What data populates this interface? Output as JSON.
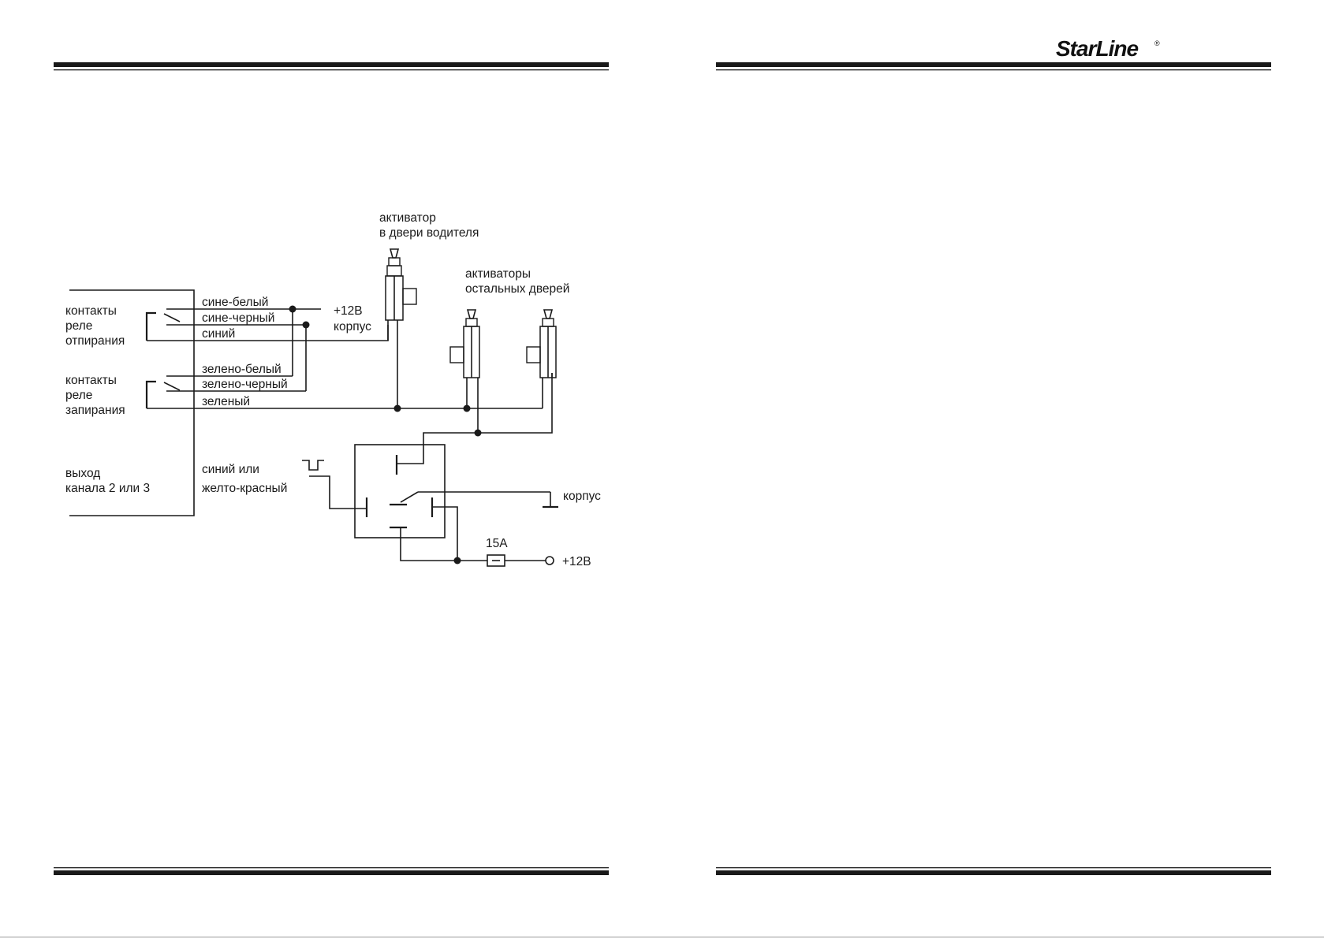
{
  "brand": {
    "logo": "StarLine",
    "registered_mark": "®"
  },
  "relay_groups": [
    {
      "label_lines": [
        "контакты",
        "реле",
        "отпирания"
      ],
      "wires": [
        "сине-белый",
        "сине-черный",
        "синий"
      ]
    },
    {
      "label_lines": [
        "контакты",
        "реле",
        "запирания"
      ],
      "wires": [
        "зелено-белый",
        "зелено-черный",
        "зеленый"
      ]
    }
  ],
  "power_labels": {
    "plus12_top": "+12В",
    "ground_top": "корпус"
  },
  "output": {
    "label_lines": [
      "выход",
      "канала 2 или 3"
    ],
    "wire_lines": [
      "синий или",
      "желто-красный"
    ]
  },
  "actuators": {
    "driver_lines": [
      "активатор",
      "в двери водителя"
    ],
    "others_lines": [
      "активаторы",
      "остальных дверей"
    ]
  },
  "relay_block": {
    "ground": "корпус",
    "fuse": "15А",
    "plus12": "+12В"
  },
  "icons": [
    "starline-logo",
    "relay-switch-icon",
    "actuator-icon",
    "fuse-icon",
    "pulse-signal-icon",
    "terminal-icon"
  ]
}
